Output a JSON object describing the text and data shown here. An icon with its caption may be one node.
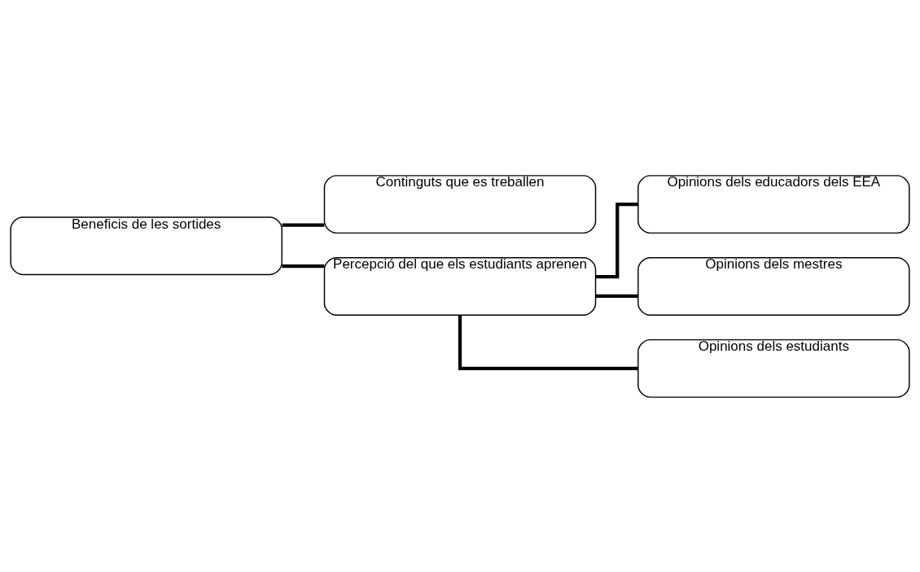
{
  "diagram": {
    "nodes": [
      {
        "text": [
          "Beneficis de les sortides"
        ]
      },
      {
        "text": [
          "Continguts que es treballen"
        ]
      },
      {
        "text": [
          "Percepció del que els estudiants aprenen"
        ]
      },
      {
        "text": [
          "Opinions dels educadors dels EEA"
        ]
      },
      {
        "text": [
          "Opinions dels mestres"
        ]
      },
      {
        "text": [
          "Opinions dels estudiants"
        ]
      }
    ],
    "edges": [
      {
        "from": 0,
        "to": 1,
        "arrow": "none"
      },
      {
        "from": 0,
        "to": 2,
        "arrow": "none"
      },
      {
        "from": 2,
        "to": 3,
        "arrow": "none"
      },
      {
        "from": 2,
        "to": 4,
        "arrow": "none"
      },
      {
        "from": 2,
        "to": 5,
        "arrow": "none"
      }
    ]
  }
}
